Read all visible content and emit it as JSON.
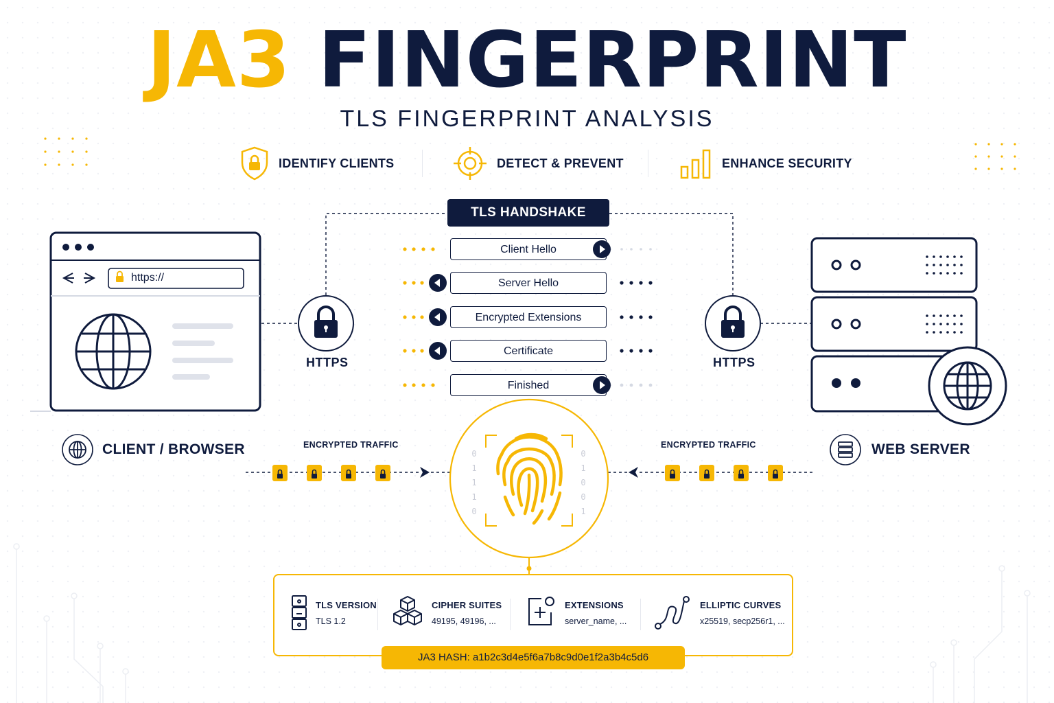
{
  "title": {
    "part1": "JA3",
    "part2": "FINGERPRINT"
  },
  "subtitle": "TLS FINGERPRINT ANALYSIS",
  "features": [
    {
      "label": "IDENTIFY CLIENTS",
      "icon": "shield-lock-icon"
    },
    {
      "label": "DETECT & PREVENT",
      "icon": "crosshair-icon"
    },
    {
      "label": "ENHANCE SECURITY",
      "icon": "bar-chart-icon"
    }
  ],
  "handshake": {
    "title": "TLS HANDSHAKE",
    "messages": [
      {
        "label": "Client Hello",
        "direction": "right"
      },
      {
        "label": "Server Hello",
        "direction": "left"
      },
      {
        "label": "Encrypted Extensions",
        "direction": "left"
      },
      {
        "label": "Certificate",
        "direction": "left"
      },
      {
        "label": "Finished",
        "direction": "right"
      }
    ]
  },
  "client": {
    "label": "CLIENT / BROWSER",
    "url": "https://",
    "https_label": "HTTPS"
  },
  "server": {
    "label": "WEB SERVER",
    "https_label": "HTTPS"
  },
  "traffic": {
    "left_label": "ENCRYPTED TRAFFIC",
    "right_label": "ENCRYPTED TRAFFIC"
  },
  "fingerprint": {
    "left_bits": [
      "0",
      "1",
      "1",
      "1",
      "0"
    ],
    "right_bits": [
      "0",
      "1",
      "0",
      "0",
      "1"
    ]
  },
  "ja3_fields": [
    {
      "name": "TLS VERSION",
      "value": "TLS 1.2",
      "icon": "server-rack-icon"
    },
    {
      "name": "CIPHER SUITES",
      "value": "49195, 49196, ...",
      "icon": "cubes-icon"
    },
    {
      "name": "EXTENSIONS",
      "value": "server_name, ...",
      "icon": "extension-plus-icon"
    },
    {
      "name": "ELLIPTIC CURVES",
      "value": "x25519, secp256r1, ...",
      "icon": "curve-icon"
    }
  ],
  "hash": "JA3 HASH: a1b2c3d4e5f6a7b8c9d0e1f2a3b4c5d6",
  "colors": {
    "accent": "#f6b704",
    "navy": "#0f1b3d",
    "light": "#d5d9e3"
  }
}
